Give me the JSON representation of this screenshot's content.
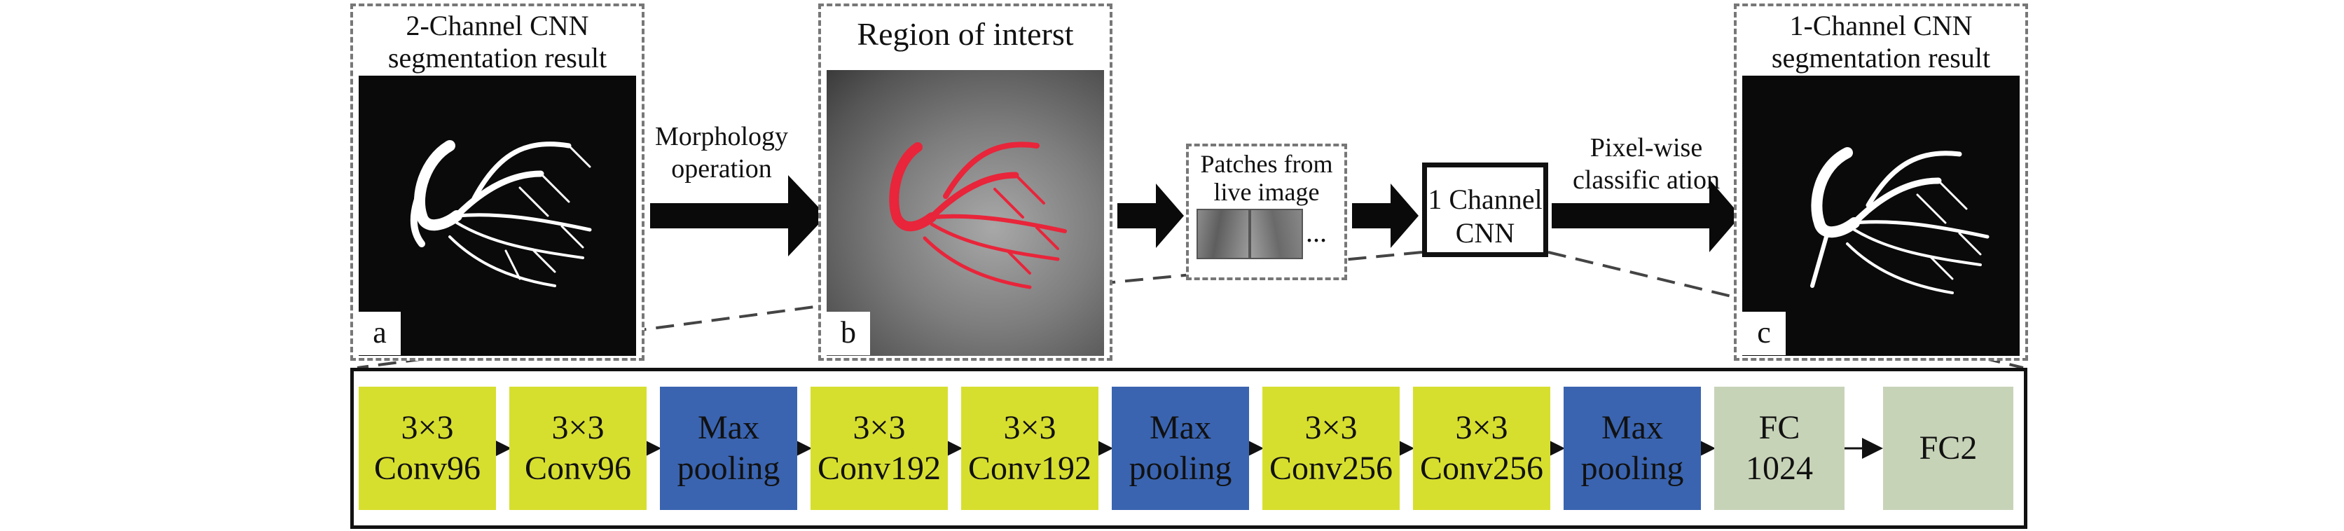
{
  "panels": {
    "a": {
      "caption_line1": "2-Channel CNN",
      "caption_line2": "segmentation result",
      "label": "a"
    },
    "b": {
      "caption": "Region of interst",
      "label": "b"
    },
    "c": {
      "caption_line1": "1-Channel CNN",
      "caption_line2": "segmentation result",
      "label": "c"
    }
  },
  "arrows": {
    "morphology_line1": "Morphology",
    "morphology_line2": "operation",
    "pixelwise_line1": "Pixel-wise",
    "pixelwise_line2": "classific ation"
  },
  "patches": {
    "line1": "Patches from",
    "line2": "live image",
    "ellipsis": "..."
  },
  "cnn": {
    "line1": "1 Channel",
    "line2": "CNN"
  },
  "layers": [
    {
      "line1": "3×3",
      "line2": "Conv96",
      "kind": "conv"
    },
    {
      "line1": "3×3",
      "line2": "Conv96",
      "kind": "conv"
    },
    {
      "line1": "Max",
      "line2": "pooling",
      "kind": "pool"
    },
    {
      "line1": "3×3",
      "line2": "Conv192",
      "kind": "conv"
    },
    {
      "line1": "3×3",
      "line2": "Conv192",
      "kind": "conv"
    },
    {
      "line1": "Max",
      "line2": "pooling",
      "kind": "pool"
    },
    {
      "line1": "3×3",
      "line2": "Conv256",
      "kind": "conv"
    },
    {
      "line1": "3×3",
      "line2": "Conv256",
      "kind": "conv"
    },
    {
      "line1": "Max",
      "line2": "pooling",
      "kind": "pool"
    },
    {
      "line1": "FC",
      "line2": "1024",
      "kind": "fc"
    },
    {
      "line1": "FC2",
      "line2": "",
      "kind": "fc"
    }
  ],
  "colors": {
    "conv": "#d7df2e",
    "pool": "#3a64b0",
    "fc": "#c7d3b7",
    "vessel_overlay": "#e8253a"
  }
}
